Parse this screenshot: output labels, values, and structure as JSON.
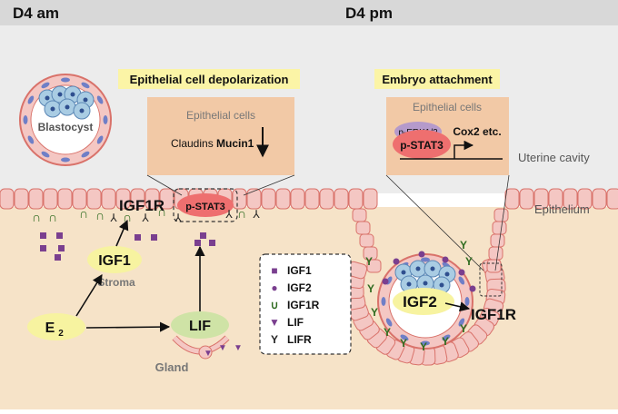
{
  "panels": {
    "left_title": "D4 am",
    "right_title": "D4 pm"
  },
  "blastocyst_label": "Blastocyst",
  "callouts": {
    "depolarization": "Epithelial cell depolarization",
    "attachment": "Embryo attachment"
  },
  "inset_left": {
    "heading": "Epithelial cells",
    "claudins": "Claudins",
    "mucin": "Mucin1"
  },
  "inset_right": {
    "heading": "Epithelial cells",
    "perk": "p-ERK1/2",
    "pstat": "p-STAT3",
    "cox2": "Cox2 etc."
  },
  "region_labels": {
    "uterine_cavity": "Uterine cavity",
    "epithelium": "Epithelium"
  },
  "pathway": {
    "igf1r_left": "IGF1R",
    "pstat3": "p-STAT3",
    "igf1": "IGF1",
    "stroma": "Stroma",
    "e2_main": "E",
    "e2_sub": "2",
    "lif": "LIF",
    "gland": "Gland",
    "igf2": "IGF2",
    "igf1r_right": "IGF1R"
  },
  "legend": [
    {
      "symbol": "■",
      "label": "IGF1",
      "color": "#7a3f8f"
    },
    {
      "symbol": "●",
      "label": "IGF2",
      "color": "#7a3f8f"
    },
    {
      "symbol": "∪",
      "label": "IGF1R",
      "color": "#2e6b1f"
    },
    {
      "symbol": "▼",
      "label": "LIF",
      "color": "#7a3f8f"
    },
    {
      "symbol": "Y",
      "label": "LIFR",
      "color": "#222222"
    }
  ],
  "colors": {
    "header": "#d8d8d8",
    "cavity": "#ececec",
    "stroma": "#f6e3c8",
    "epithelial_cell": "#f4c7c3",
    "epithelial_stroke": "#d9726a",
    "callout": "#fbf4a6",
    "inset": "#f2c9a6",
    "oval_yellow": "#f7f3a0",
    "oval_green": "#cfe3a6",
    "pstat_red": "#ee6f6f",
    "perk_purple": "#b59acb",
    "icm_blue": "#a9cce3"
  }
}
